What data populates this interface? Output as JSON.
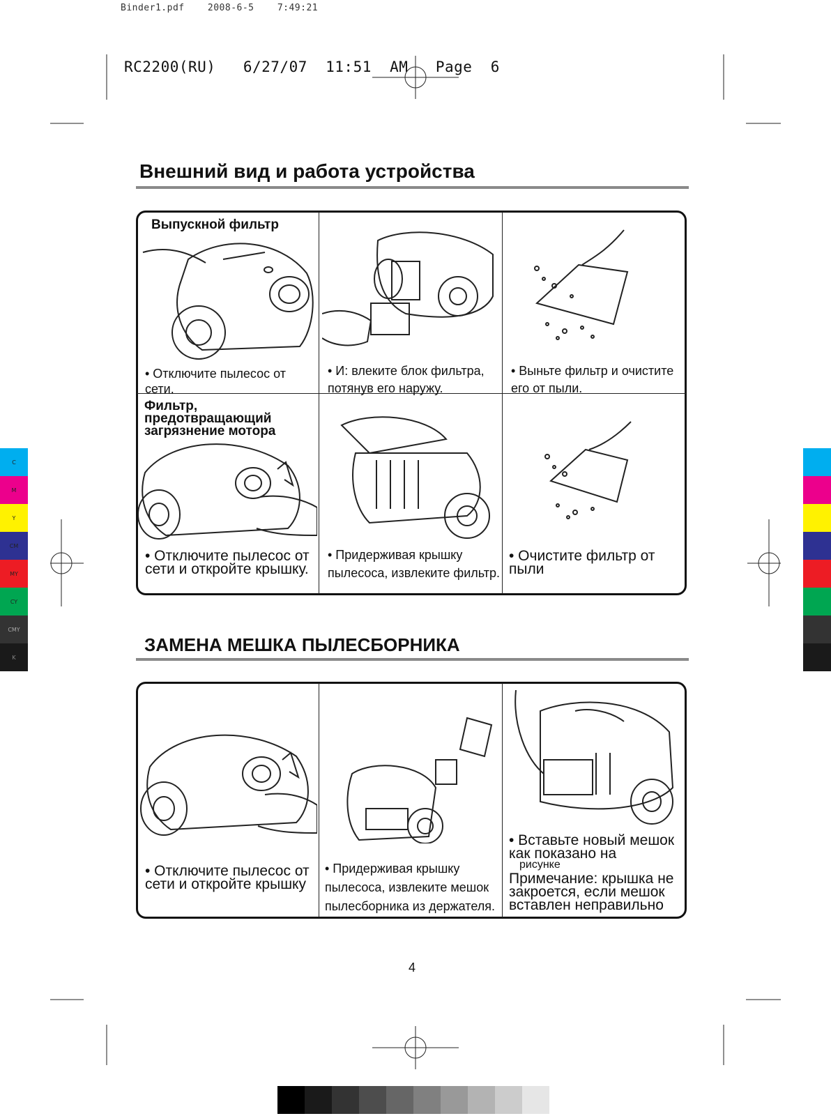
{
  "print_header": {
    "file_line": "Binder1.pdf    2008-6-5    7:49:21",
    "job_line": "RC2200(RU)   6/27/07  11:51  AM   Page  6"
  },
  "section1": {
    "title": "Внешний вид и работа устройства",
    "exhaust_filter_heading": "Выпускной фильтр",
    "motor_filter_heading": "Фильтр, предотвращающий загрязнение мотора",
    "captions": [
      "• Отключите пылесос от сети.",
      "• И: влеките блок фильтра, потянув его наружу.",
      "• Выньте фильтр и очистите его от пыли.",
      "• Отключите пылесос от сети и откройте крышку.",
      "• Придерживая крышку пылесоса, извлеките фильтр.",
      "• Очистите фильтр от пыли"
    ]
  },
  "section2": {
    "title": "ЗАМЕНА МЕШКА ПЫЛЕСБОРНИКА",
    "captions": [
      "• Отключите пылесос от сети и откройте крышку",
      "• Придерживая крышку пылесоса, извлеките мешок пылесборника из держателя.",
      "• Вставьте новый мешок как показано на",
      "рисунке",
      "Примечание: крышка не закроется, если мешок вставлен неправильно"
    ]
  },
  "page_number": "4",
  "color_bar": {
    "labels": [
      "C",
      "M",
      "Y",
      "CM",
      "MY",
      "CY",
      "CMY",
      "K"
    ],
    "colors": [
      "#00aeef",
      "#ec008c",
      "#fff200",
      "#2e3192",
      "#ed1c24",
      "#00a651",
      "#333333",
      "#1a1a1a"
    ]
  },
  "gray_scale": [
    "#000000",
    "#1a1a1a",
    "#333333",
    "#4d4d4d",
    "#666666",
    "#808080",
    "#999999",
    "#b3b3b3",
    "#cccccc",
    "#e6e6e6"
  ]
}
